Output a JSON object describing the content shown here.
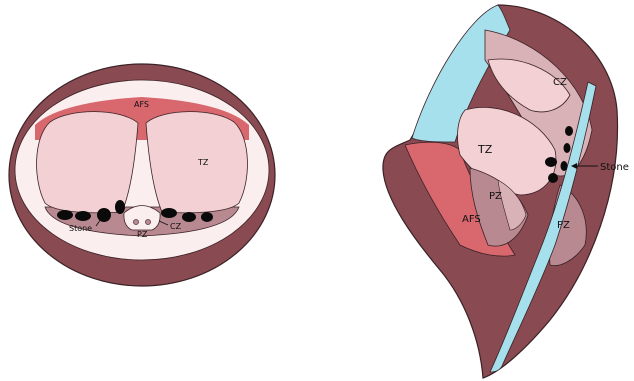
{
  "axial_view": {
    "labels": {
      "afs": "AFS",
      "tz": "TZ",
      "stone": "Stone",
      "cz": "CZ",
      "pz": "PZ"
    }
  },
  "sagittal_view": {
    "labels": {
      "cz": "CZ",
      "tz": "TZ",
      "stone": "Stone",
      "pz_inner": "PZ",
      "afs": "AFS",
      "pz_outer": "PZ"
    }
  },
  "colors": {
    "capsule": "#8a4a52",
    "outline": "#3a2226",
    "inner_white": "#fbeeee",
    "tz": "#f2d0d3",
    "afs": "#d8686e",
    "pz": "#b88990",
    "cz": "#d9b2b7",
    "urethra": "#a6e0ec",
    "stone": "#0a0a0a"
  }
}
